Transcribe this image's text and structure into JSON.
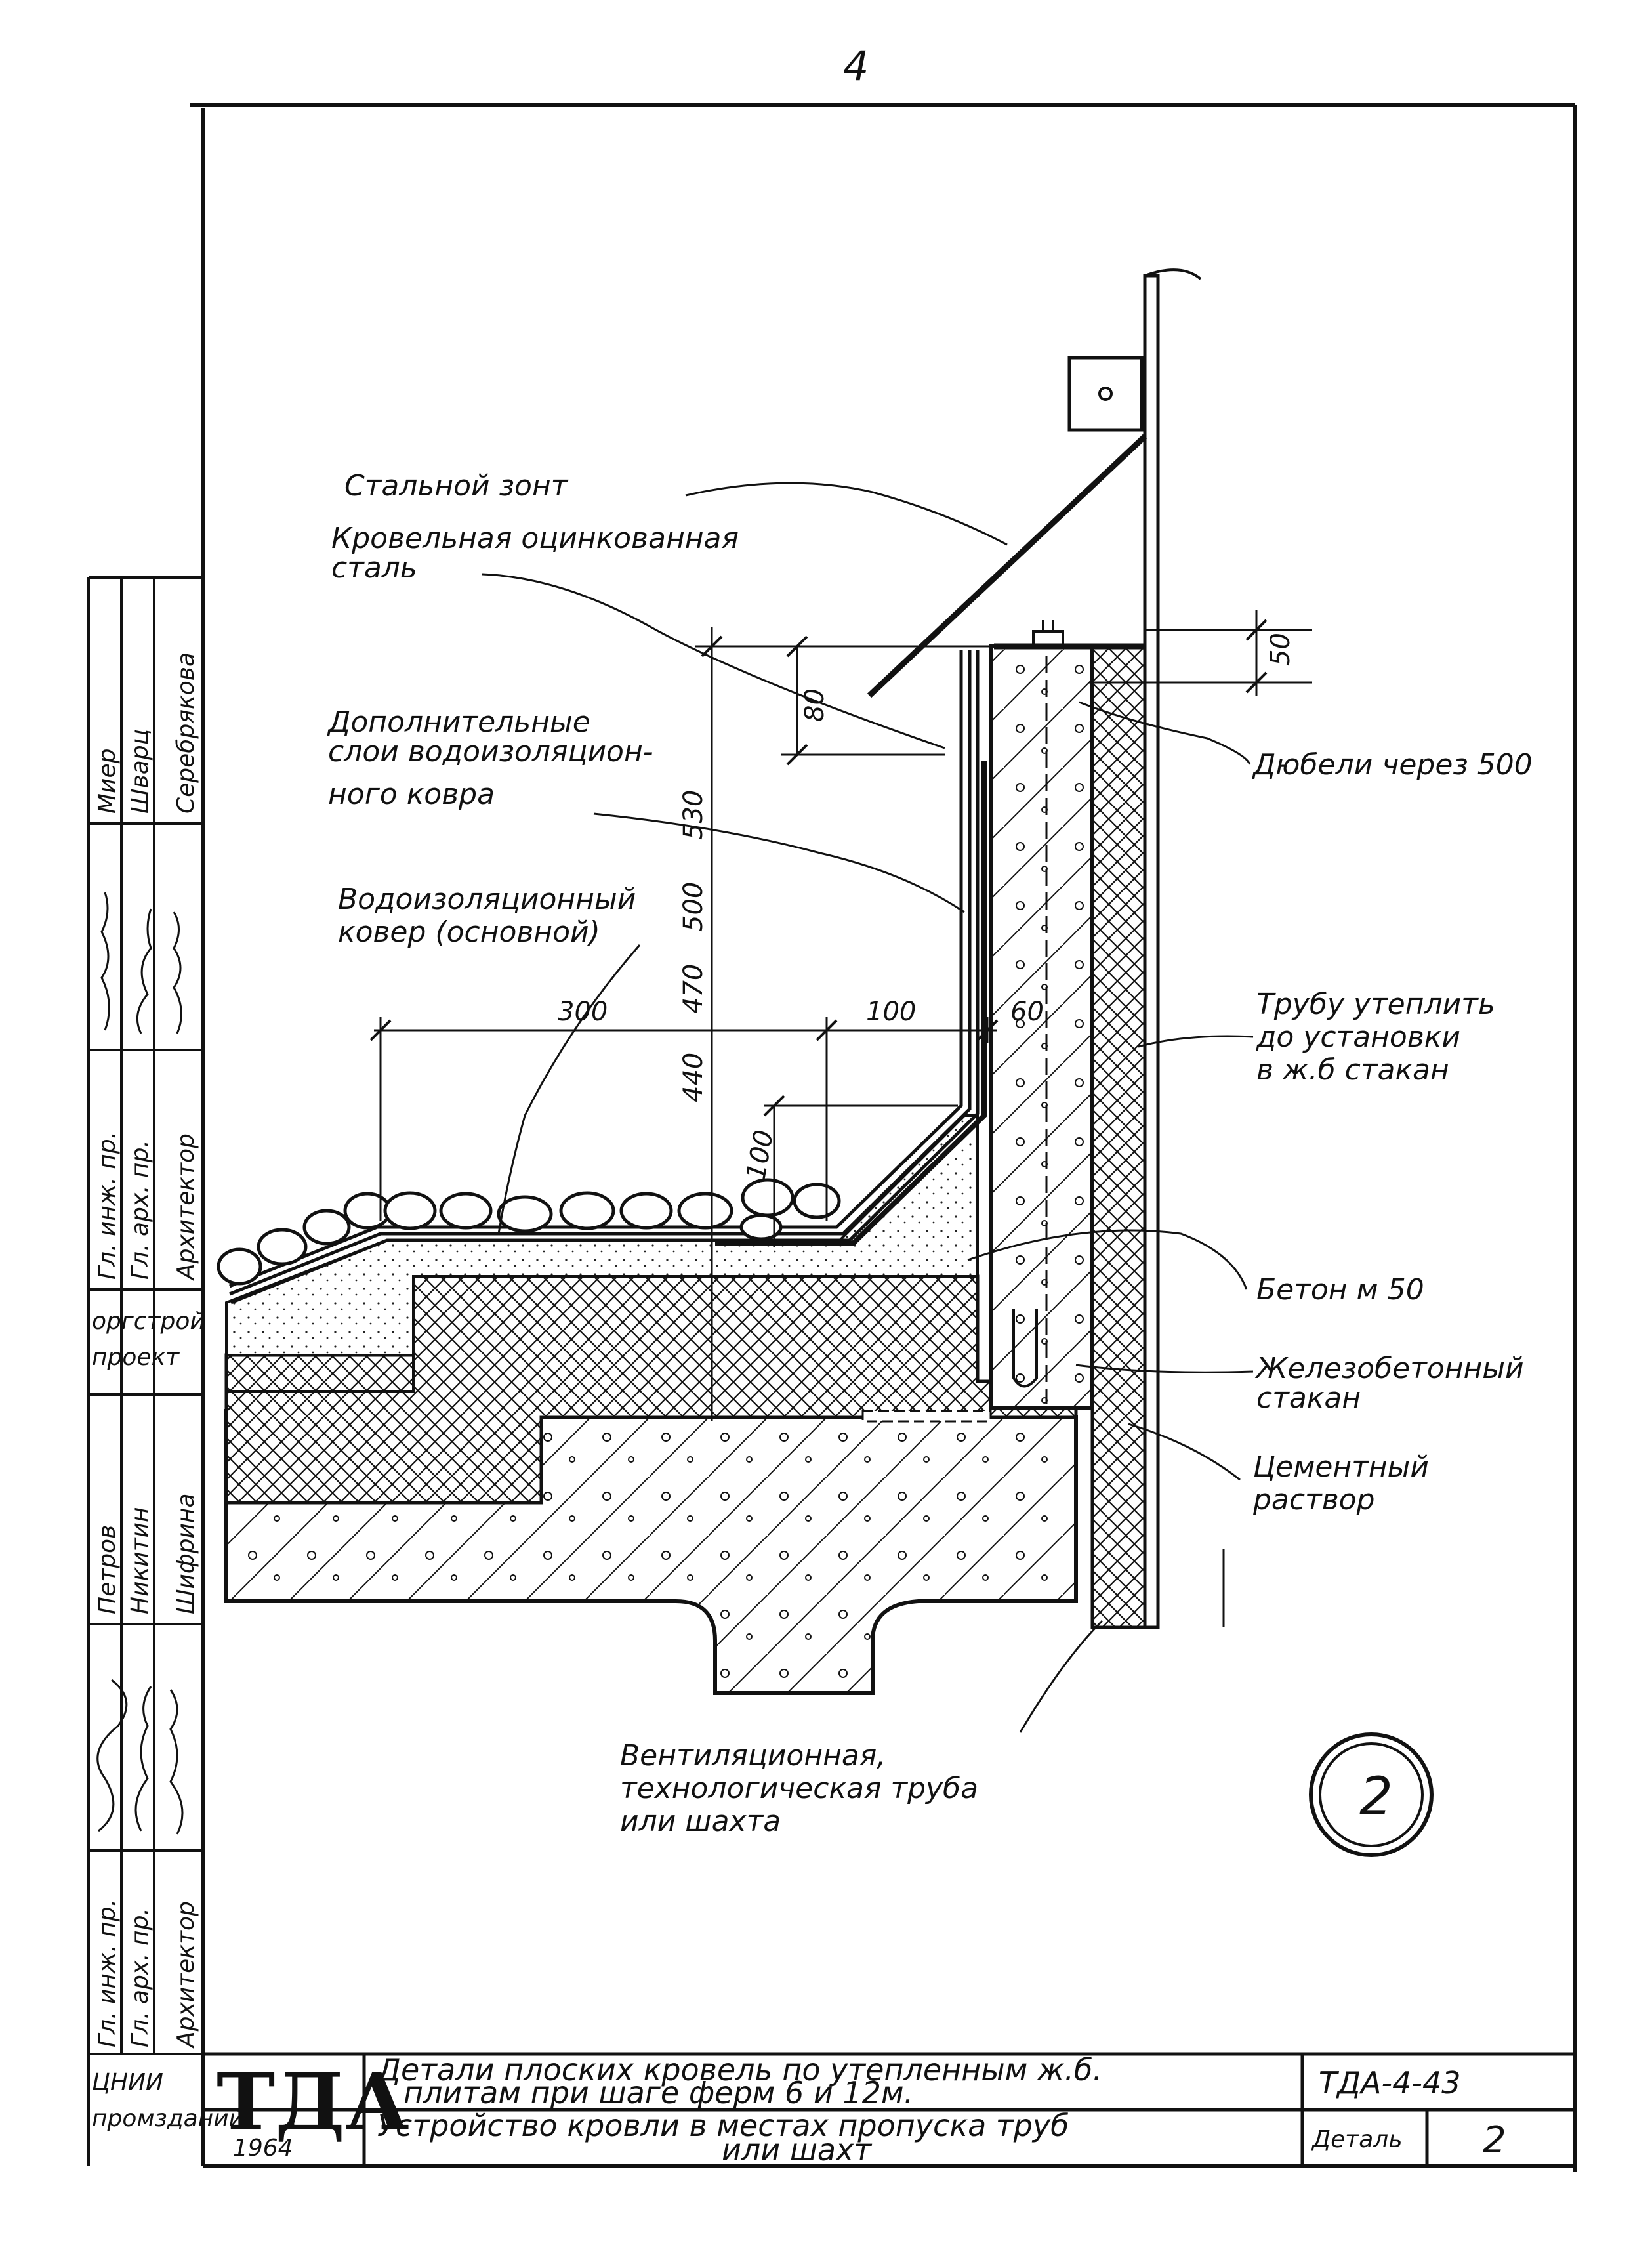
{
  "sheet": {
    "page_number": "4",
    "detail_marker": "2"
  },
  "labels": {
    "steel_umbrella": "Стальной зонт",
    "galv_steel_l1": "Кровельная оцинкованная",
    "galv_steel_l2": "сталь",
    "extra_layers_l1": "Дополнительные",
    "extra_layers_l2": "слои водоизоляцион-",
    "extra_layers_l3": "ного ковра",
    "main_carpet_l1": "Водоизоляционный",
    "main_carpet_l2": "ковер (основной)",
    "dowels": "Дюбели через 500",
    "insulate_l1": "Трубу утеплить",
    "insulate_l2": "до установки",
    "insulate_l3": "в ж.б стакан",
    "concrete": "Бетон м 50",
    "rc_sleeve_l1": "Железобетонный",
    "rc_sleeve_l2": "стакан",
    "cement_l1": "Цементный",
    "cement_l2": "раствор",
    "vent_l1": "Вентиляционная,",
    "vent_l2": "технологическая труба",
    "vent_l3": "или шахта"
  },
  "dimensions": {
    "d50": "50",
    "d80": "80",
    "d530": "530",
    "d500": "500",
    "d470": "470",
    "d440": "440",
    "d300": "300",
    "d100_h": "100",
    "d60": "60",
    "d100_v": "100"
  },
  "signatures": {
    "block1": {
      "roles": [
        "Гл. инж. пр.",
        "Гл. арх. пр.",
        "Архитектор"
      ],
      "names": [
        "Миер",
        "Шварц",
        "Серебрякова"
      ]
    },
    "org1_l1": "оргстрой",
    "org1_l2": "проект",
    "block2": {
      "roles": [
        "Гл. инж. пр.",
        "Гл. арх. пр.",
        "Архитектор"
      ],
      "names": [
        "Петров",
        "Никитин",
        "Шифрина"
      ]
    },
    "org2_l1": "ЦНИИ",
    "org2_l2": "промзданий"
  },
  "title_block": {
    "logo": "ТДА",
    "year": "1964",
    "series_title_l1": "Детали плоских кровель по утепленным ж.б.",
    "series_title_l2": "плитам при шаге ферм 6 и 12м.",
    "sheet_title_l1": "Устройство кровли в местах пропуска труб",
    "sheet_title_l2": "или шахт",
    "code": "ТДА-4-43",
    "detail_label": "Деталь",
    "detail_number": "2"
  }
}
